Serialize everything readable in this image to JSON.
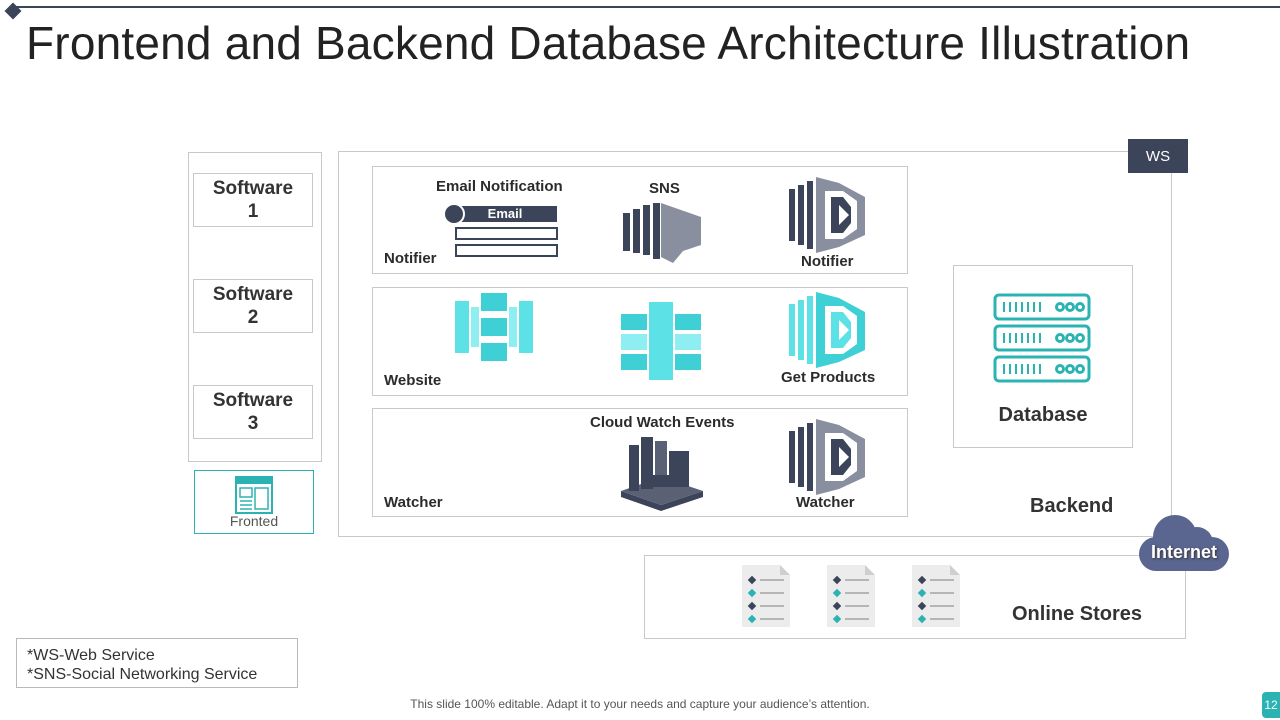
{
  "slide": {
    "title": "Frontend and Backend Database Architecture Illustration",
    "footer": "This slide 100% editable. Adapt it to your needs and capture your audience’s attention.",
    "page_number": "12"
  },
  "frontend": {
    "software": [
      "Software\n1",
      "Software\n2",
      "Software\n3"
    ],
    "fronted_label": "Fronted"
  },
  "backend": {
    "ws_tag": "WS",
    "label": "Backend",
    "notifier_row": {
      "corner_label": "Notifier",
      "email_notification_label": "Email Notification",
      "email_button": "Email",
      "sns_label": "SNS",
      "notifier_icon_label": "Notifier"
    },
    "website_row": {
      "corner_label": "Website",
      "get_products_label": "Get Products"
    },
    "watcher_row": {
      "corner_label": "Watcher",
      "cloud_watch_label": "Cloud Watch Events",
      "watcher_icon_label": "Watcher"
    },
    "database_label": "Database"
  },
  "internet_label": "Internet",
  "online_stores_label": "Online Stores",
  "notes": [
    "*WS-Web Service",
    "*SNS-Social Networking Service"
  ],
  "colors": {
    "navy": "#3b4458",
    "teal": "#2bb3b3",
    "light_teal": "#5ce1e6"
  }
}
